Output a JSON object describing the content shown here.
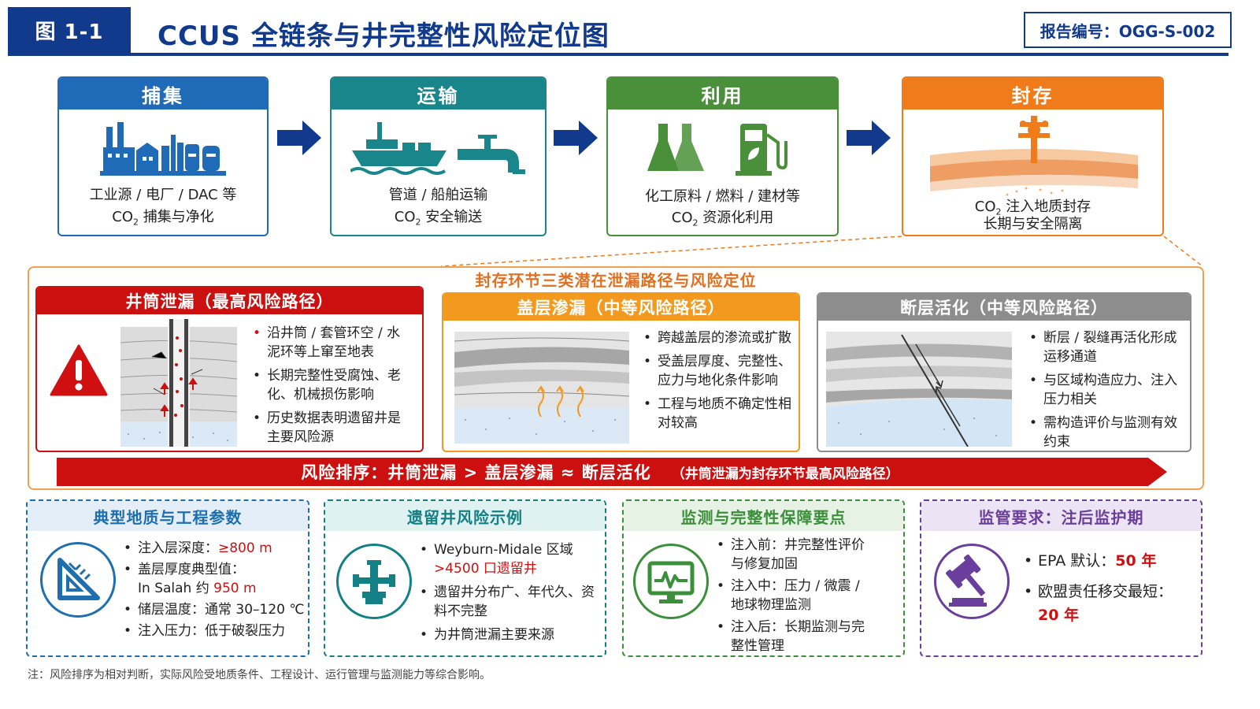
{
  "header": {
    "figure_label": "图 1-1",
    "title": "CCUS 全链条与井完整性风险定位图",
    "report_no": "报告编号：OGG-S-002"
  },
  "colors": {
    "navy": "#123a8c",
    "capture_blue": "#1f6bb8",
    "transport_teal": "#18868a",
    "utilization_green": "#4a8f3a",
    "storage_orange": "#ef7b1a",
    "risk_red": "#cc1010",
    "caprock_orange": "#f39a1e",
    "fault_gray": "#8d8d8d",
    "param_blue": "#1e6fb0",
    "well_teal": "#138085",
    "monitor_green": "#3b8f3b",
    "regulation_purple": "#6a3e9c"
  },
  "stages": [
    {
      "title": "捕集",
      "line1": "工业源 / 电厂 / DAC 等",
      "line2_pre": "CO",
      "line2_sub": "2",
      "line2_post": " 捕集与净化",
      "icon": "factory-icon"
    },
    {
      "title": "运输",
      "line1": "管道 / 船舶运输",
      "line2_pre": "CO",
      "line2_sub": "2",
      "line2_post": " 安全输送",
      "icon": "ship-pipeline-icon"
    },
    {
      "title": "利用",
      "line1": "化工原料 / 燃料 / 建材等",
      "line2_pre": "CO",
      "line2_sub": "2",
      "line2_post": " 资源化利用",
      "icon": "flask-fuel-icon"
    },
    {
      "title": "封存",
      "line1_pre": "CO",
      "line1_sub": "2",
      "line1_post": " 注入地质封存",
      "line2": "长期与安全隔离",
      "icon": "wellhead-strata-icon"
    }
  ],
  "storage_panel": {
    "title": "封存环节三类潜在泄漏路径与风险定位",
    "wellbore": {
      "title": "井筒泄漏（最高风险路径）",
      "bullets": [
        "沿井筒 / 套管环空 / 水泥环等上窜至地表",
        "长期完整性受腐蚀、老化、机械损伤影响",
        "历史数据表明遗留井是主要风险源"
      ]
    },
    "caprock": {
      "title": "盖层渗漏（中等风险路径）",
      "bullets": [
        "跨越盖层的渗流或扩散",
        "受盖层厚度、完整性、应力与地化条件影响",
        "工程与地质不确定性相对较高"
      ]
    },
    "fault": {
      "title": "断层活化（中等风险路径）",
      "bullets": [
        "断层 / 裂缝再活化形成运移通道",
        "与区域构造应力、注入压力相关",
        "需构造评价与监测有效约束"
      ]
    },
    "ranking": {
      "main": "风险排序：井筒泄漏 > 盖层渗漏 ≈ 断层活化",
      "note": "（井筒泄漏为封存环节最高风险路径）"
    }
  },
  "cards": {
    "params": {
      "title": "典型地质与工程参数",
      "b1_pre": "注入层深度：",
      "b1_val": "≥800 m",
      "b2_pre": "盖层厚度典型值：",
      "b2_line2": "In Salah 约 ",
      "b2_val": "950 m",
      "b3": "储层温度：通常 30–120 ℃",
      "b4": "注入压力：低于破裂压力"
    },
    "legacy": {
      "title": "遗留井风险示例",
      "b1": "Weyburn-Midale 区域",
      "b1_val": ">4500 口遗留井",
      "b2": "遗留井分布广、年代久、资料不完整",
      "b3": "为井筒泄漏主要来源"
    },
    "monitor": {
      "title": "监测与完整性保障要点",
      "b1": "注入前：井完整性评价与修复加固",
      "b2": "注入中：压力 / 微震 / 地球物理监测",
      "b3": "注入后：长期监测与完整性管理"
    },
    "regulation": {
      "title": "监管要求：注后监护期",
      "b1_pre": "EPA 默认：",
      "b1_val": "50 年",
      "b2": "欧盟责任移交最短：",
      "b2_val": "20 年"
    }
  },
  "footnote": "注：风险排序为相对判断，实际风险受地质条件、工程设计、运行管理与监测能力等综合影响。"
}
